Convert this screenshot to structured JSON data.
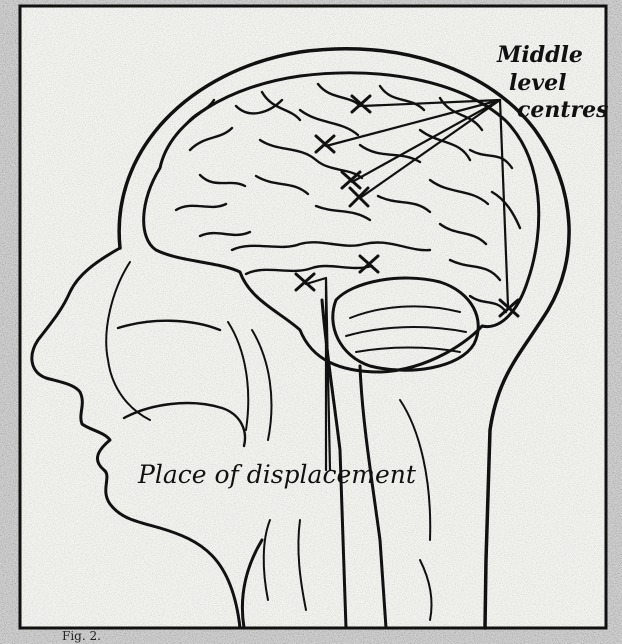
{
  "labels": {
    "middle_line1": "Middle",
    "middle_line2": "level",
    "middle_line3": "centres",
    "place": "Place of displacement",
    "caption": "Fig. 2."
  },
  "colors": {
    "paper": "#f4f4f2",
    "ink": "#111111",
    "scan_background": "#cfcfcf"
  }
}
